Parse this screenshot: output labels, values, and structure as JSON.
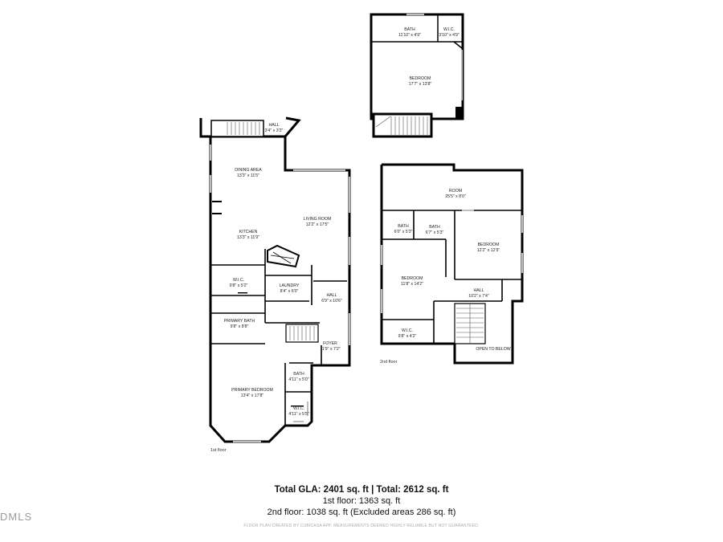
{
  "rooms": {
    "up_bath": {
      "name": "BATH",
      "dim": "11'10\" x 4'9\""
    },
    "up_wic": {
      "name": "W.I.C.",
      "dim": "3'10\" x 4'9\""
    },
    "up_bedroom": {
      "name": "BEDROOM",
      "dim": "17'7\" x 13'8\""
    },
    "hall_top": {
      "name": "HALL",
      "dim": "3'4\" x 3'2\""
    },
    "dining": {
      "name": "DINING AREA",
      "dim": "13'3\" x 11'5\""
    },
    "kitchen": {
      "name": "KITCHEN",
      "dim": "13'3\" x 11'9\""
    },
    "living": {
      "name": "LIVING ROOM",
      "dim": "12'2\" x 17'5\""
    },
    "wic1": {
      "name": "W.I.C.",
      "dim": "9'8\" x 5'2\""
    },
    "laundry": {
      "name": "LAUNDRY",
      "dim": "8'4\" x 6'0\""
    },
    "hall1": {
      "name": "HALL",
      "dim": "6'9\" x 10'6\""
    },
    "primary_bath": {
      "name": "PRIMARY BATH",
      "dim": "9'8\" x 8'8\""
    },
    "foyer": {
      "name": "FOYER",
      "dim": "11'9\" x 7'2\""
    },
    "bath1": {
      "name": "BATH",
      "dim": "4'11\" x 5'0\""
    },
    "primary_bedroom": {
      "name": "PRIMARY BEDROOM",
      "dim": "13'4\" x 17'8\""
    },
    "wic2": {
      "name": "W.I.C.",
      "dim": "4'11\" x 5'5\""
    },
    "room2": {
      "name": "ROOM",
      "dim": "25'5\" x 8'0\""
    },
    "bath2a": {
      "name": "BATH",
      "dim": "6'0\" x 5'3\""
    },
    "bath2b": {
      "name": "BATH",
      "dim": "6'7\" x 5'3\""
    },
    "bedroom2a": {
      "name": "BEDROOM",
      "dim": "12'2\" x 12'9\""
    },
    "bedroom2b": {
      "name": "BEDROOM",
      "dim": "11'8\" x 14'2\""
    },
    "hall2": {
      "name": "HALL",
      "dim": "10'2\" x 7'4\""
    },
    "wic3": {
      "name": "W.I.C.",
      "dim": "9'8\" x 4'2\""
    },
    "open_below": {
      "name": "OPEN TO BELOW"
    }
  },
  "floor_labels": {
    "first": "1st floor",
    "second": "2nd floor"
  },
  "summary": {
    "total": "Total GLA: 2401 sq. ft | Total: 2612 sq. ft",
    "first": "1st floor: 1363 sq. ft",
    "second": "2nd floor: 1038 sq. ft (Excluded areas 286 sq. ft)"
  },
  "footer_note": "FLOOR PLAN CREATED BY CUBICASA APP. MEASUREMENTS DEEMED HIGHLY RELIABLE BUT NOT GUARANTEED.",
  "watermark": "DMLS",
  "colors": {
    "wall": "#000000",
    "window": "#bdbdbd",
    "text": "#222222"
  }
}
